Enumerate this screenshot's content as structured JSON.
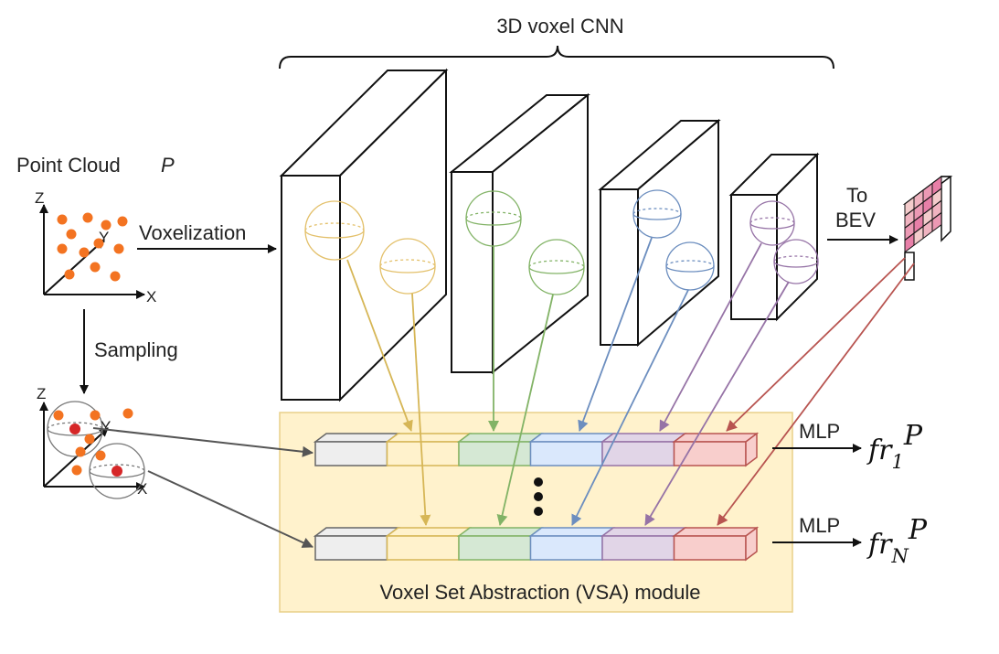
{
  "labels": {
    "cnn_title": "3D voxel CNN",
    "point_cloud": "Point Cloud",
    "point_cloud_symbol": "P",
    "voxelization": "Voxelization",
    "sampling": "Sampling",
    "to": "To",
    "bev": "BEV",
    "vsa_module": "Voxel Set Abstraction (VSA) module",
    "mlp_top": "MLP",
    "mlp_bottom": "MLP",
    "out1_base": "fr",
    "out1_sub": "1",
    "out1_sup": "P",
    "outN_base": "fr",
    "outN_sub": "N",
    "outN_sup": "P"
  },
  "axes": {
    "top": {
      "z": "Z",
      "y": "Y",
      "x": "X"
    },
    "bottom": {
      "z": "Z",
      "y": "Y",
      "x": "X"
    }
  },
  "colors": {
    "point_orange": "#f37321",
    "keypoint_red": "#d62728",
    "stage1": "#e3c06a",
    "stage2": "#82b366",
    "stage3": "#6c8ebf",
    "stage4": "#9673a6",
    "bev": "#b85450",
    "vsa_fill": "#fff2cc",
    "vsa_stroke": "#e8d08a",
    "feature_colors": [
      "#eeeeee",
      "#fff2cc",
      "#d5e8d4",
      "#dae8fc",
      "#e1d5e7",
      "#f8cecc"
    ],
    "feature_strokes": [
      "#666666",
      "#d6b656",
      "#82b366",
      "#6c8ebf",
      "#9673a6",
      "#b85450"
    ],
    "bev_cells": [
      "#f4cccc",
      "#f0b3c0",
      "#ec99b4",
      "#e87fa8"
    ]
  },
  "icons": [
    "arrow-icon",
    "brace-icon",
    "sphere-icon",
    "ellipsis-icon"
  ]
}
